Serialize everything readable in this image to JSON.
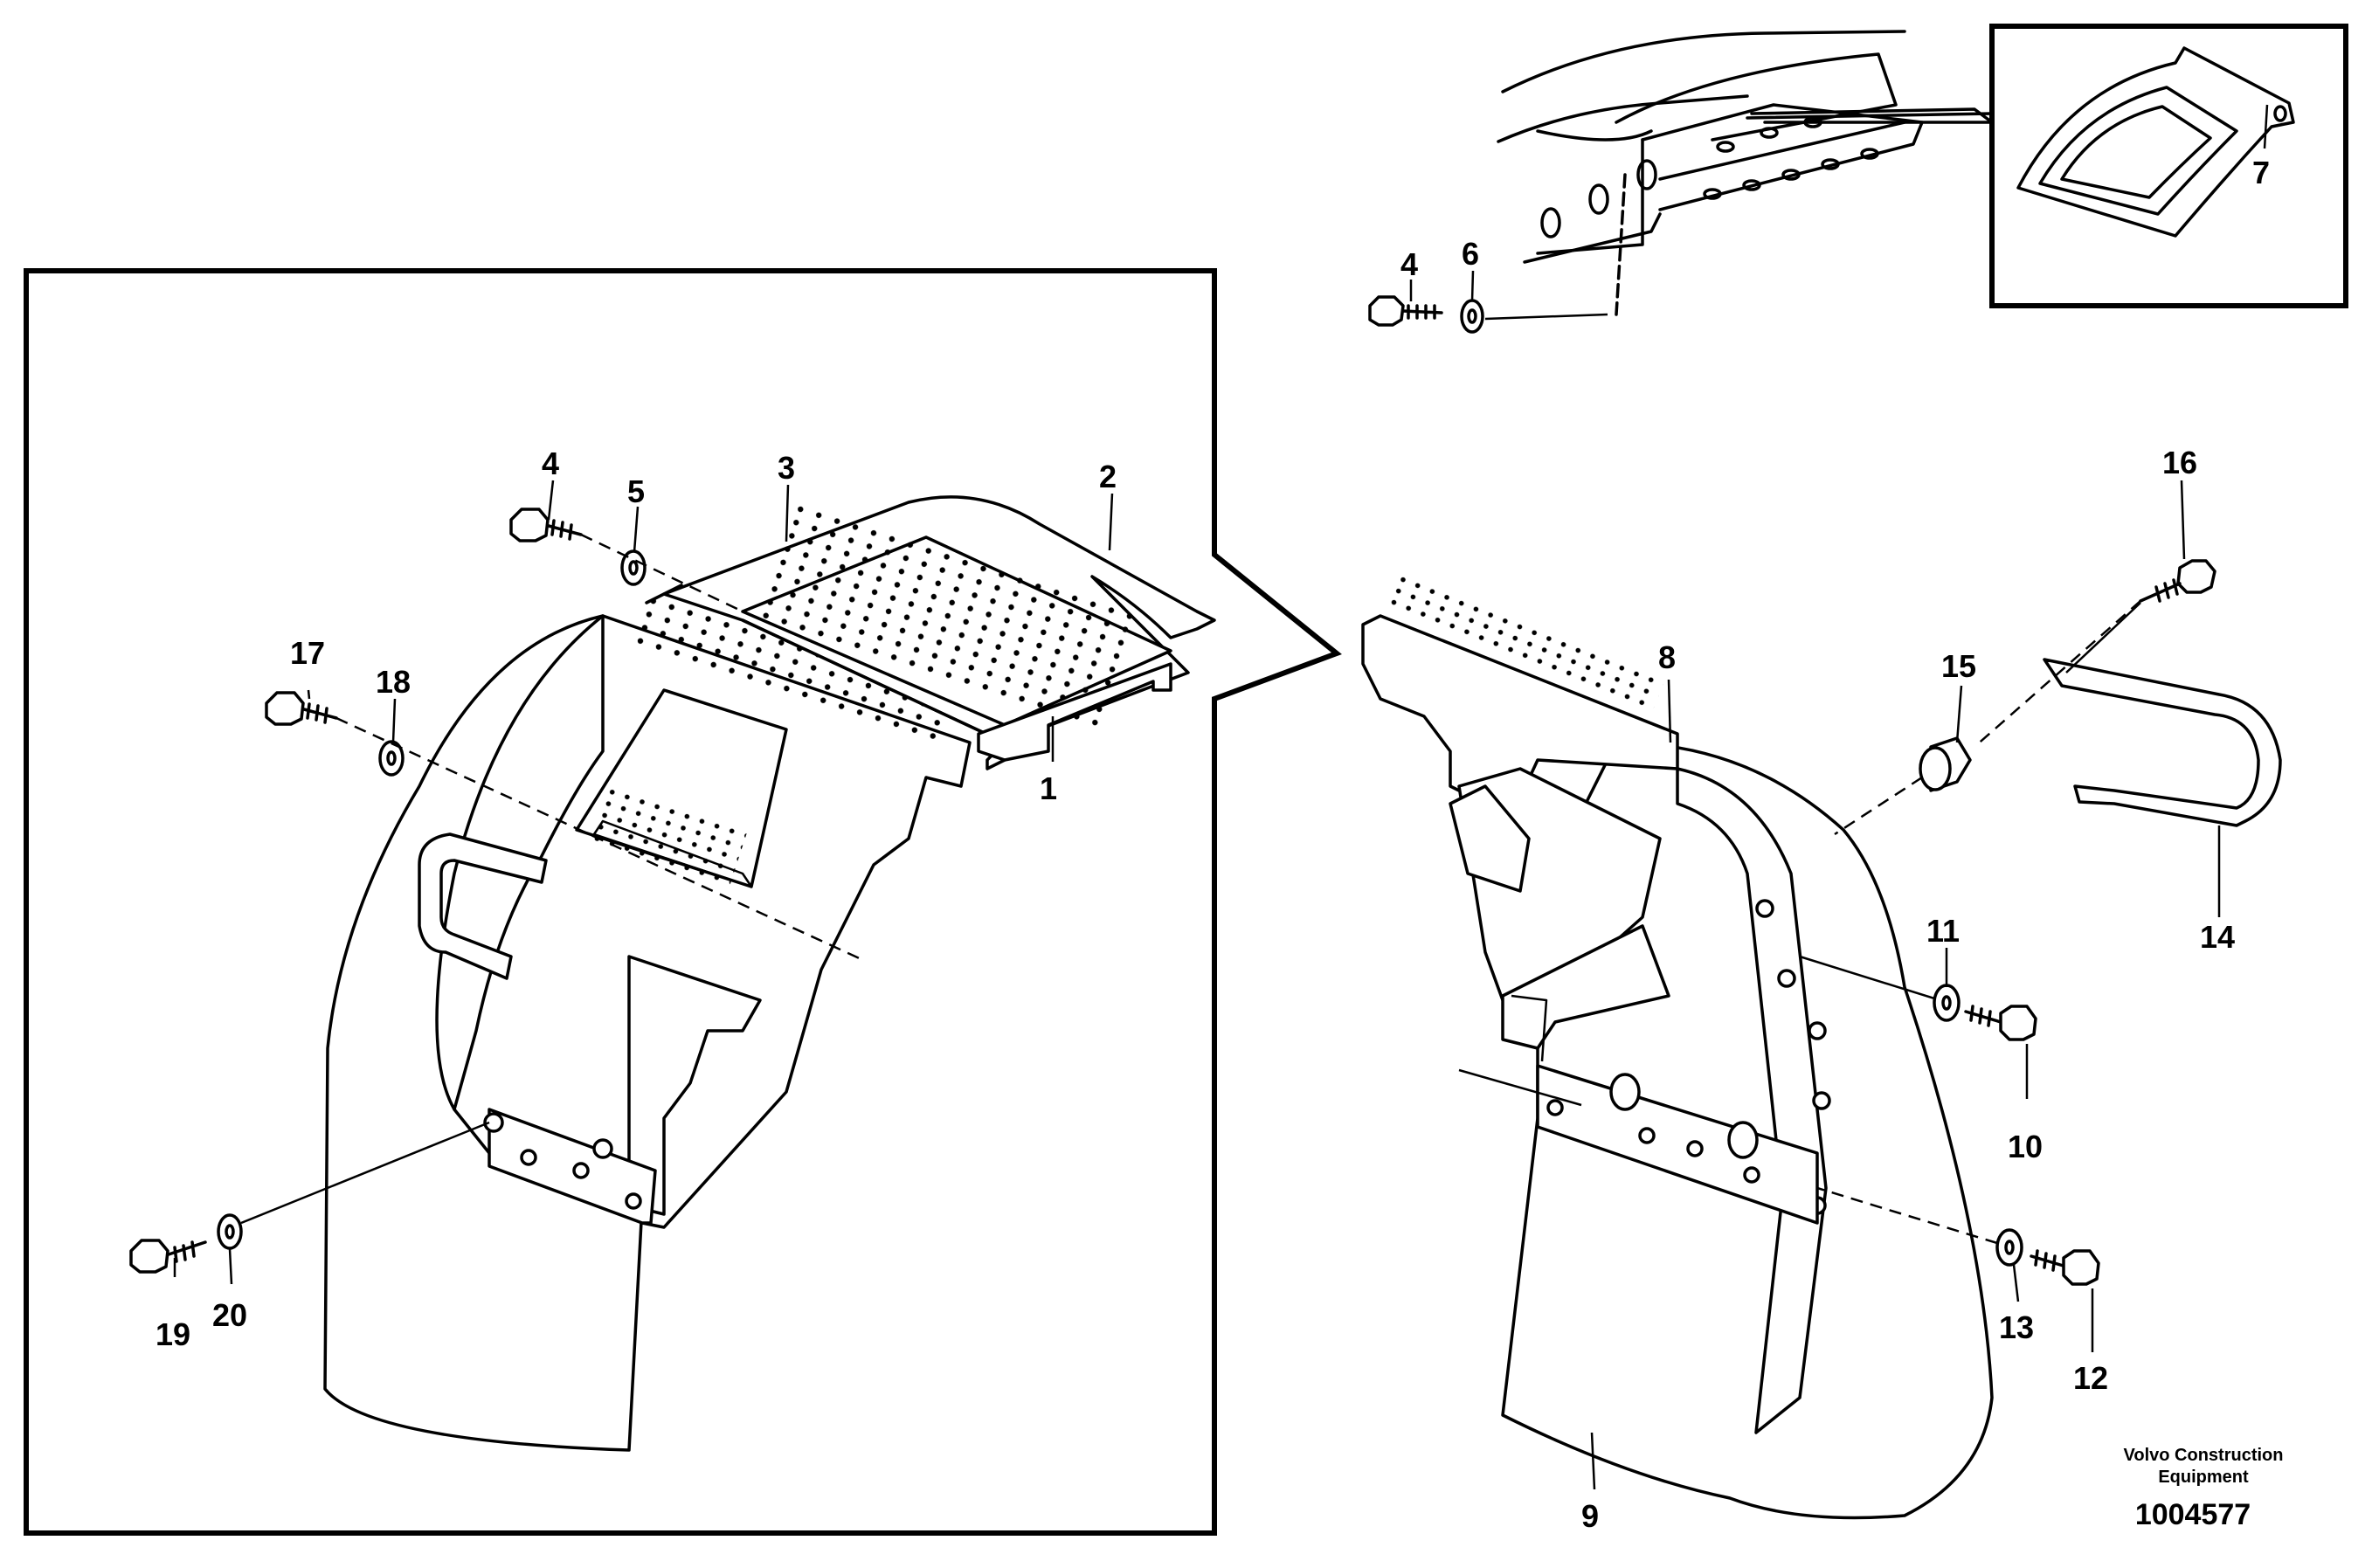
{
  "diagram": {
    "document_number": "1004577",
    "manufacturer_caption": [
      "Volvo Construction",
      "Equipment"
    ],
    "callouts": [
      "1",
      "2",
      "3",
      "4",
      "5",
      "17",
      "18",
      "19",
      "20",
      "4",
      "6",
      "7",
      "8",
      "9",
      "10",
      "11",
      "12",
      "13",
      "14",
      "15",
      "16"
    ]
  }
}
